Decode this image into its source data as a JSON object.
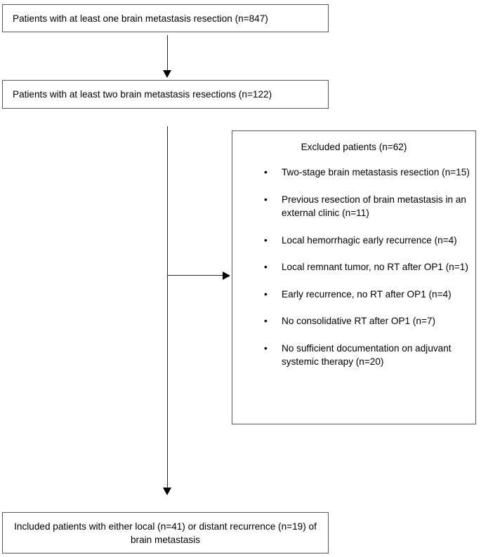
{
  "diagram": {
    "type": "patient-flow-chart",
    "nodes": {
      "cohort_1": {
        "text": "Patients with at least one brain metastasis resection (n=847)",
        "n": 847
      },
      "cohort_2": {
        "text": "Patients with at least two brain metastasis resections (n=122)",
        "n": 122
      },
      "excluded": {
        "title": "Excluded patients (n=62)",
        "n": 62,
        "bullet_glyph": "•",
        "items": [
          {
            "text": "Two-stage brain metastasis resection (n=15)",
            "n": 15
          },
          {
            "text": "Previous resection of brain metastasis in an external clinic (n=11)",
            "n": 11
          },
          {
            "text": "Local hemorrhagic early recurrence (n=4)",
            "n": 4
          },
          {
            "text": "Local remnant tumor, no RT after OP1 (n=1)",
            "n": 1
          },
          {
            "text": "Early recurrence, no RT after OP1 (n=4)",
            "n": 4
          },
          {
            "text": "No consolidative RT after OP1 (n=7)",
            "n": 7
          },
          {
            "text": "No sufficient documentation on adjuvant systemic therapy (n=20)",
            "n": 20
          }
        ]
      },
      "included": {
        "text": "Included patients with either local (n=41) or distant recurrence (n=19) of brain metastasis",
        "local_n": 41,
        "distant_n": 19
      }
    },
    "connectors": [
      {
        "name": "cohort1-to-cohort2",
        "direction": "down"
      },
      {
        "name": "cohort2-to-included",
        "direction": "down"
      },
      {
        "name": "trunk-to-excluded",
        "direction": "right"
      }
    ],
    "colors": {
      "box_border": "#58585a",
      "connector": "#2a2a2a",
      "text": "#000000",
      "background": "#ffffff"
    }
  }
}
